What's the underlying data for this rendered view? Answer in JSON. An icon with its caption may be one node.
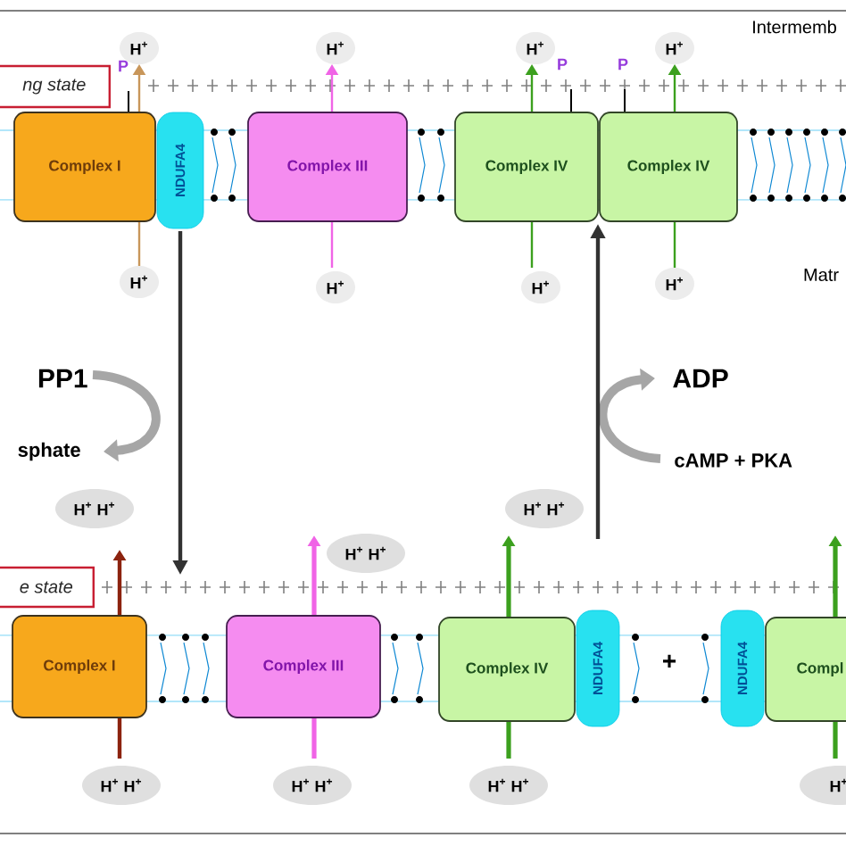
{
  "diagram": {
    "nodes": [
      {
        "text": [
          "ng state"
        ]
      },
      {
        "text": [
          "Complex I"
        ]
      },
      {
        "text": [
          "NDUFA4"
        ]
      },
      {
        "text": [
          "Complex III"
        ]
      },
      {
        "text": [
          "Complex IV"
        ]
      },
      {
        "text": [
          "Complex IV"
        ]
      },
      {
        "text": [
          "e state"
        ]
      },
      {
        "text": [
          "Complex I"
        ]
      },
      {
        "text": [
          "Complex III"
        ]
      },
      {
        "text": [
          "Complex IV"
        ]
      },
      {
        "text": [
          "NDUFA4"
        ]
      },
      {
        "text": [
          "NDUFA4"
        ]
      },
      {
        "text": [
          "Compl"
        ]
      },
      {
        "text": [
          "P"
        ]
      },
      {
        "text": [
          "P"
        ]
      },
      {
        "text": [
          "P"
        ]
      }
    ],
    "edges": [
      {
        "from": 13,
        "to": 1,
        "arrow": "none"
      },
      {
        "from": 14,
        "to": 4,
        "arrow": "none"
      },
      {
        "from": 15,
        "to": 5,
        "arrow": "none"
      },
      {
        "from": 2,
        "to": null,
        "arrow": "to"
      },
      {
        "from": null,
        "to": 4,
        "arrow": "to"
      }
    ],
    "labels": [
      "Intermemb",
      "H$^{+}$",
      "H$^{+}$",
      "H$^{+}$",
      "H$^{+}$",
      "H$^{+}$",
      "H$^{+}$",
      "H$^{+}$",
      "H$^{+}$",
      "Matr",
      "PP1",
      "ADP",
      "sphate",
      "cAMP + PKA",
      "H$^{+}$ H$^{+}$",
      "H$^{+}$ H$^{+}$",
      "H$^{+}$ H$^{+}$",
      "+",
      "H$^{+}$ H$^{+}$",
      "H$^{+}$ H$^{+}$",
      "H$^{+}$ H$^{+}$",
      "H$^{+}$"
    ]
  }
}
